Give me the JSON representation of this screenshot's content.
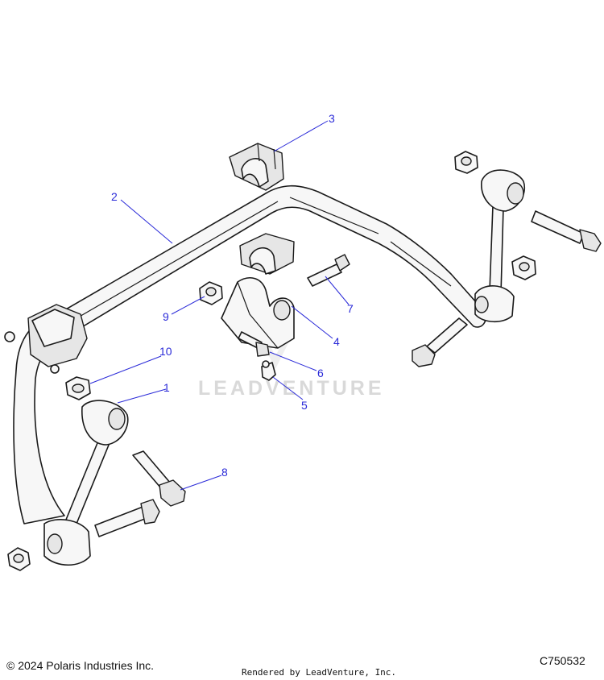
{
  "callouts": [
    "1",
    "2",
    "3",
    "4",
    "5",
    "6",
    "7",
    "8",
    "9",
    "10"
  ],
  "watermark": {
    "text": "LEADVENTURE"
  },
  "footer": {
    "copyright": "© 2024 Polaris Industries Inc.",
    "rendered_by": "Rendered by LeadVenture, Inc.",
    "figure_code": "C750532"
  }
}
